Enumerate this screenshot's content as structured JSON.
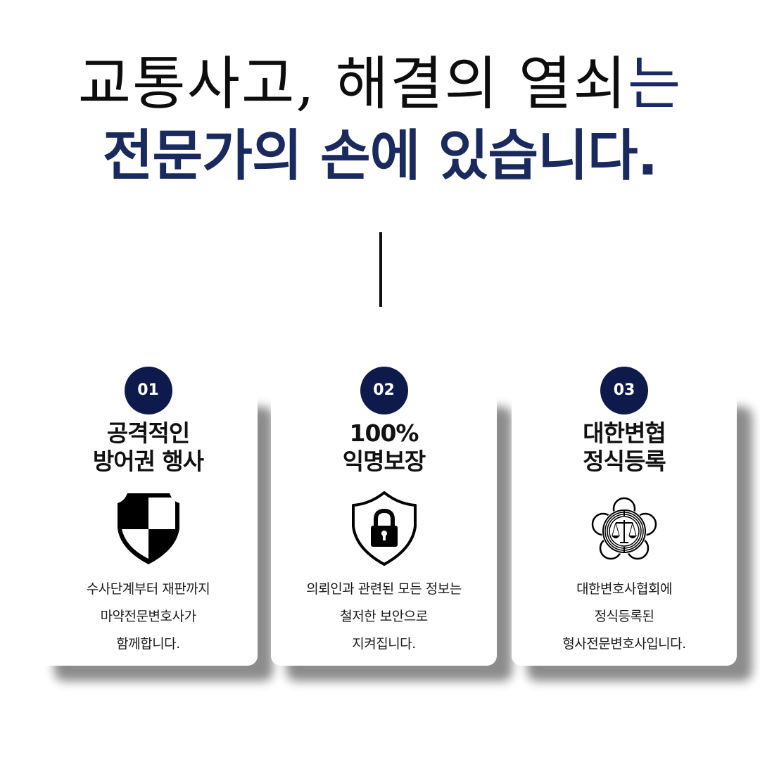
{
  "headline": {
    "line1_main": "교통사고, 해결의 열쇠",
    "line1_accent": "는",
    "line2": "전문가의 손에 있습니다."
  },
  "colors": {
    "navy": "#1b2a5e",
    "badge": "#0f1a4c",
    "text": "#111111",
    "background": "#ffffff"
  },
  "cards": [
    {
      "number": "01",
      "title_lines": [
        "공격적인",
        "방어권 행사"
      ],
      "icon": "shield-checkered-icon",
      "desc_lines": [
        "수사단계부터 재판까지",
        "마약전문변호사가",
        "함께합니다."
      ]
    },
    {
      "number": "02",
      "title_lines": [
        "100%",
        "익명보장"
      ],
      "icon": "shield-lock-icon",
      "desc_lines": [
        "의뢰인과 관련된 모든 정보는",
        "철저한 보안으로",
        "지켜집니다."
      ]
    },
    {
      "number": "03",
      "title_lines": [
        "대한변협",
        "정식등록"
      ],
      "icon": "bar-association-emblem-icon",
      "desc_lines": [
        "대한변호사협회에",
        "정식등록된",
        "형사전문변호사입니다."
      ]
    }
  ]
}
